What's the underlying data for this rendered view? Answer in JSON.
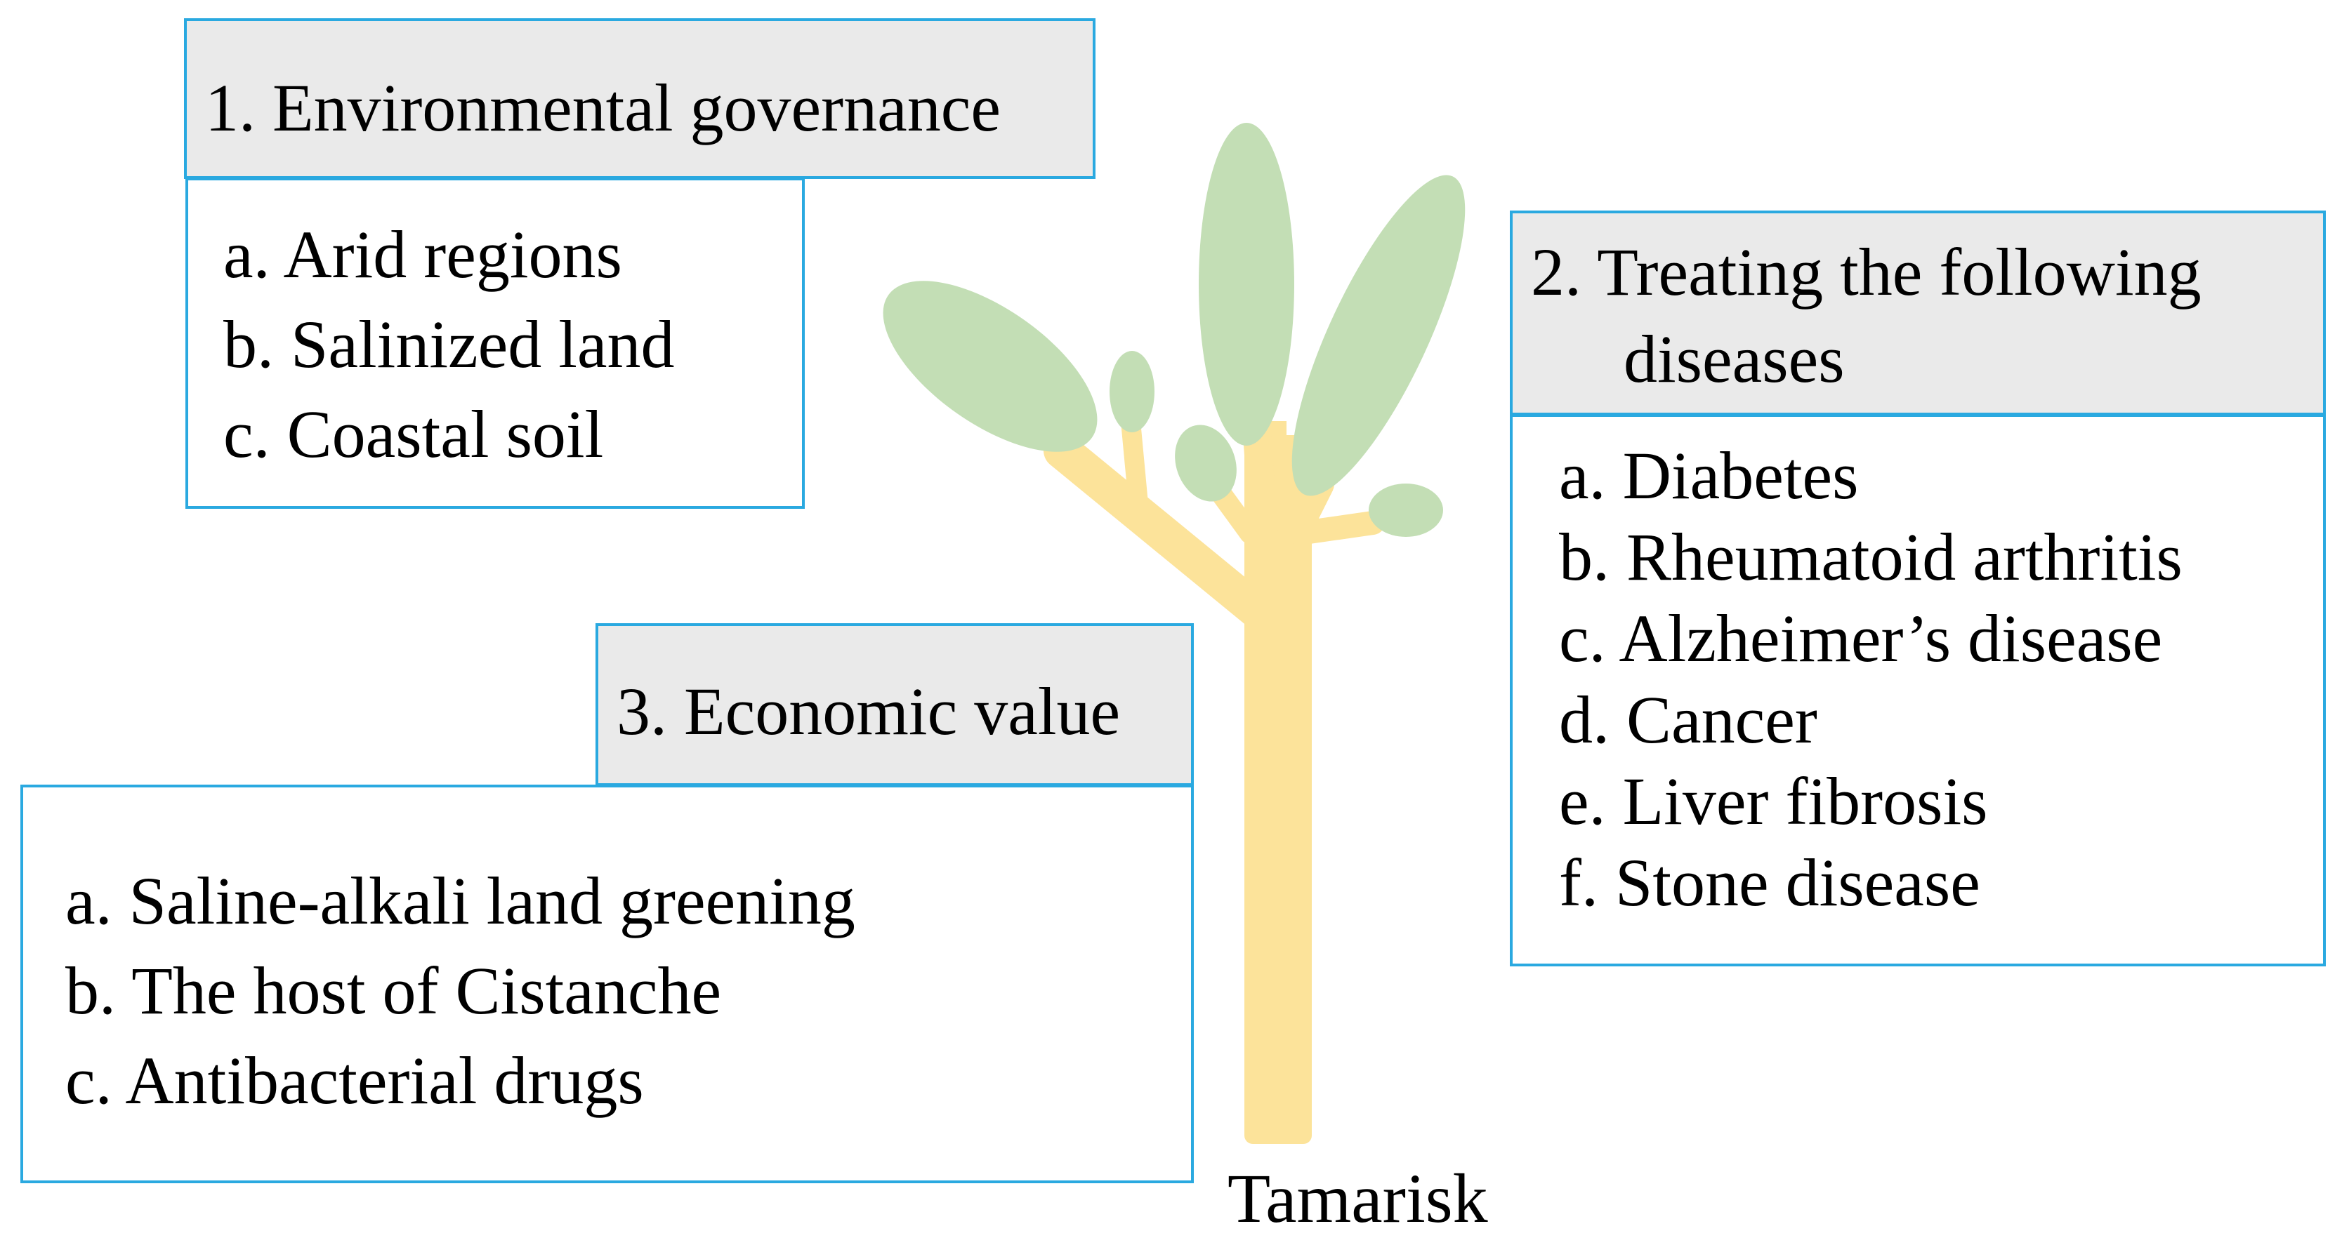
{
  "plant": {
    "name": "Tamarisk",
    "trunk_color": "#fce39a",
    "leaf_color": "#c3deb5"
  },
  "sections": {
    "environmental": {
      "title": "1. Environmental governance",
      "items": [
        "a. Arid regions",
        "b. Salinized land",
        "c. Coastal soil"
      ]
    },
    "diseases": {
      "title_line1": "2. Treating the following",
      "title_line2": "diseases",
      "items": [
        "a. Diabetes",
        "b. Rheumatoid arthritis",
        "c. Alzheimer’s disease",
        "d. Cancer",
        "e. Liver fibrosis",
        "f. Stone disease"
      ]
    },
    "economic": {
      "title": "3. Economic value",
      "items": [
        "a. Saline-alkali land greening",
        "b. The host of Cistanche",
        "c. Antibacterial drugs"
      ]
    }
  },
  "colors": {
    "border": "#2aa9e0",
    "header_fill": "#eaeaea"
  }
}
